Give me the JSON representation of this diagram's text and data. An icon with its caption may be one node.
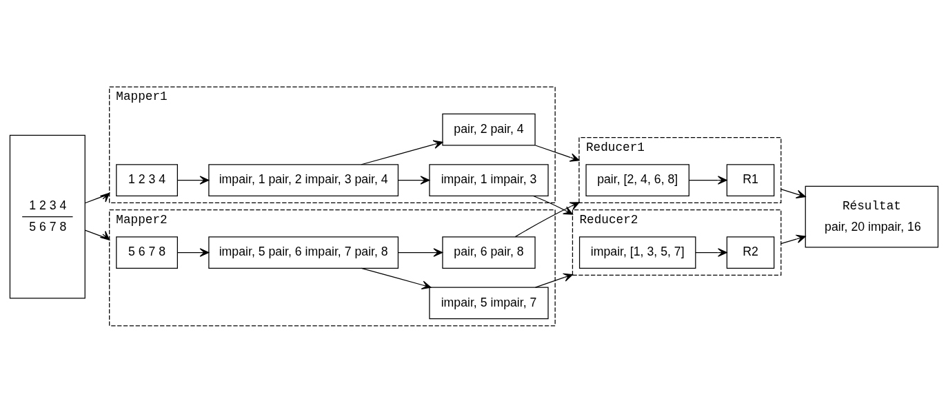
{
  "diagram": {
    "nodes": [
      {
        "text": [
          "1 2 3 4",
          "5 6 7 8"
        ]
      },
      {
        "text": [
          "Mapper1"
        ]
      },
      {
        "text": [
          "1 2 3 4"
        ],
        "in": 1
      },
      {
        "text": [
          "impair, 1 pair, 2 impair, 3 pair, 4"
        ],
        "in": 1
      },
      {
        "text": [
          "pair, 2 pair, 4"
        ],
        "in": 1
      },
      {
        "text": [
          "impair, 1 impair, 3"
        ],
        "in": 1
      },
      {
        "text": [
          "Reducer1"
        ]
      },
      {
        "text": [
          "pair, [2, 4, 6, 8]"
        ],
        "in": 6
      },
      {
        "text": [
          "R1"
        ],
        "in": 6
      },
      {
        "text": [
          "Résultat",
          "pair, 20 impair, 16"
        ]
      },
      {
        "text": [
          "Mapper2"
        ]
      },
      {
        "text": [
          "5 6 7 8"
        ],
        "in": 10
      },
      {
        "text": [
          "impair, 5 pair, 6 impair, 7 pair, 8"
        ],
        "in": 10
      },
      {
        "text": [
          "pair, 6 pair, 8"
        ],
        "in": 10
      },
      {
        "text": [
          "impair, 5 impair, 7"
        ],
        "in": 10
      },
      {
        "text": [
          "Reducer2"
        ]
      },
      {
        "text": [
          "impair, [1, 3, 5, 7]"
        ],
        "in": 15
      },
      {
        "text": [
          "R2"
        ],
        "in": 15
      }
    ],
    "edges": [
      {
        "from": 0,
        "to": 1,
        "arrow": "to"
      },
      {
        "from": 0,
        "to": 10,
        "arrow": "to"
      },
      {
        "from": 2,
        "to": 3,
        "arrow": "to"
      },
      {
        "from": 3,
        "to": 4,
        "arrow": "to"
      },
      {
        "from": 3,
        "to": 5,
        "arrow": "to"
      },
      {
        "from": 4,
        "to": 6,
        "arrow": "to"
      },
      {
        "from": 5,
        "to": 15,
        "arrow": "to"
      },
      {
        "from": 7,
        "to": 8,
        "arrow": "to"
      },
      {
        "from": 11,
        "to": 12,
        "arrow": "to"
      },
      {
        "from": 12,
        "to": 13,
        "arrow": "to"
      },
      {
        "from": 12,
        "to": 14,
        "arrow": "to"
      },
      {
        "from": 13,
        "to": 6,
        "arrow": "to"
      },
      {
        "from": 14,
        "to": 15,
        "arrow": "to"
      },
      {
        "from": 16,
        "to": 17,
        "arrow": "to"
      },
      {
        "from": 6,
        "to": 9,
        "arrow": "to"
      },
      {
        "from": 15,
        "to": 9,
        "arrow": "to"
      }
    ]
  }
}
